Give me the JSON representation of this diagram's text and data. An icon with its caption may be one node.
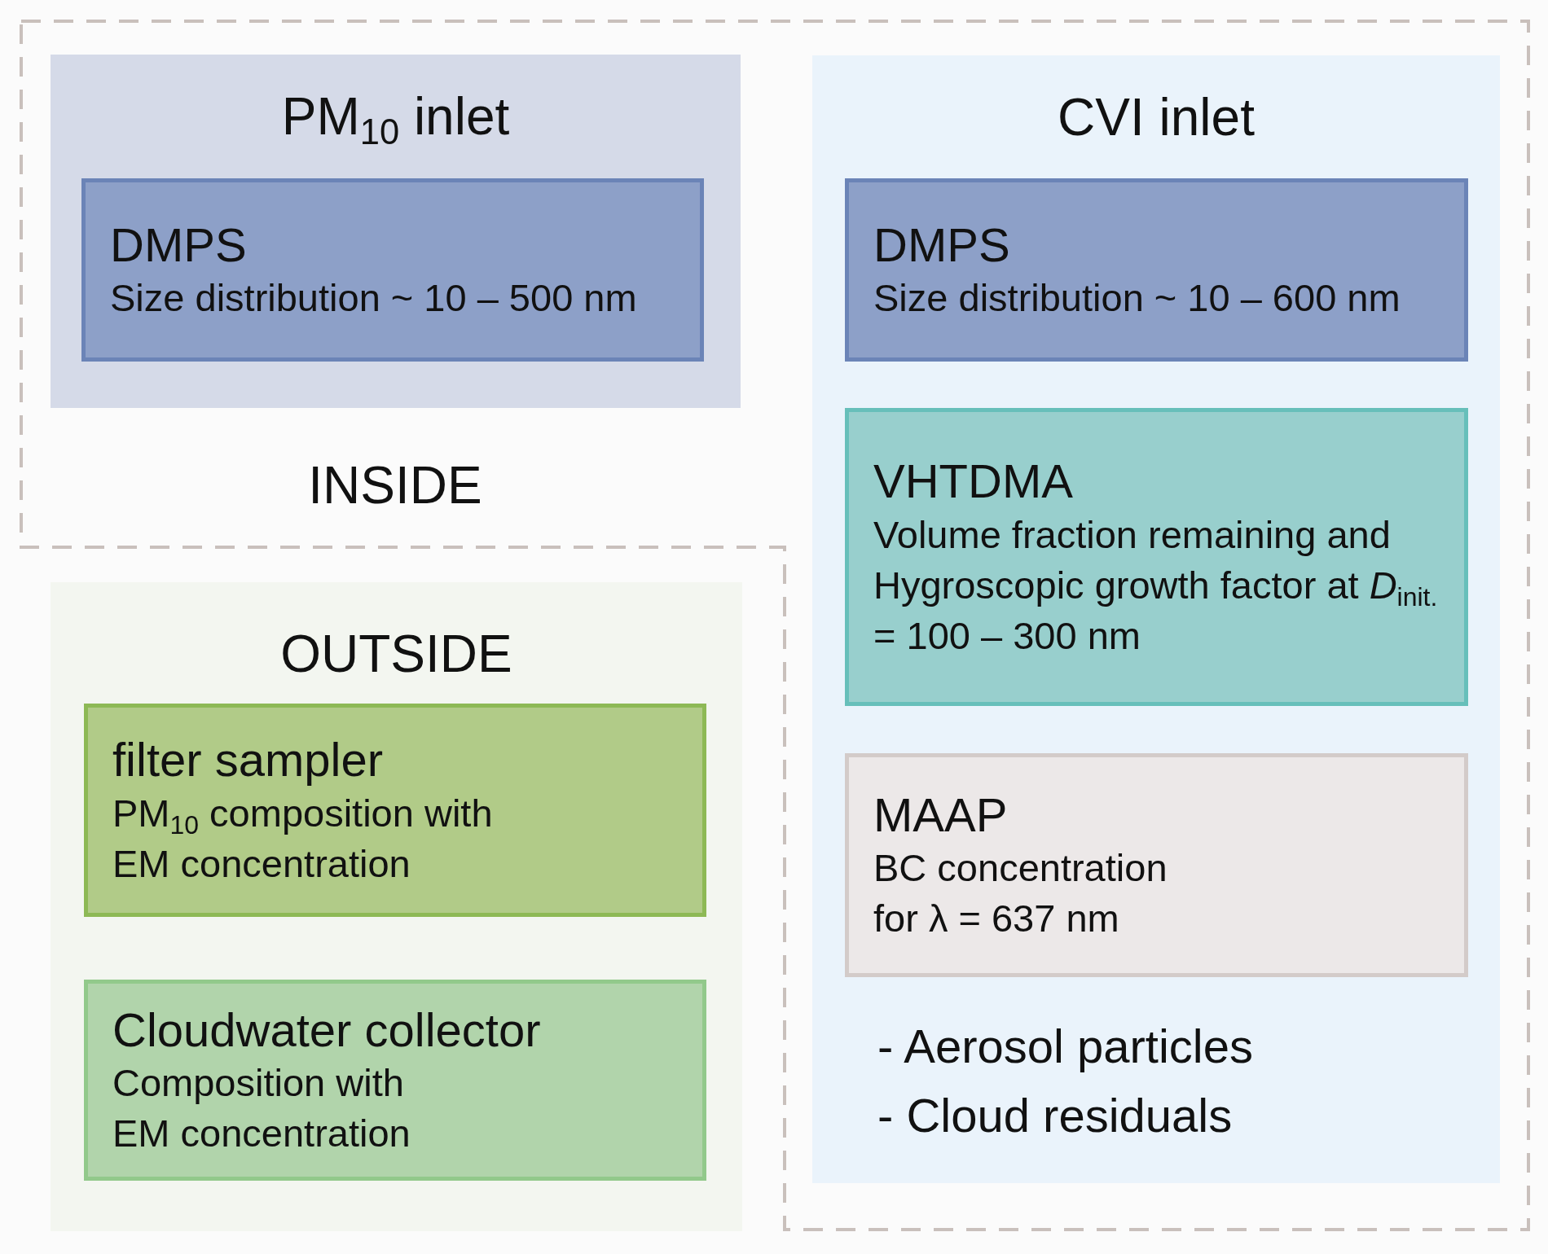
{
  "diagram": {
    "nodes": [
      {
        "text": [
          "INSIDE"
        ]
      },
      {
        "text": [
          "PM$_{10}$ inlet"
        ],
        "in": 0
      },
      {
        "text": [
          "DMPS",
          "Size distribution ~ 10 – 500 nm"
        ],
        "in": 1
      },
      {
        "text": [
          "CVI inlet",
          "- Aerosol particles",
          "- Cloud residuals"
        ],
        "in": 0
      },
      {
        "text": [
          "DMPS",
          "Size distribution ~ 10 – 600 nm"
        ],
        "in": 3
      },
      {
        "text": [
          "VHTDMA",
          "Volume fraction remaining and Hygroscopic growth factor at *D*$_{init.}$ = 100 – 300 nm"
        ],
        "in": 3
      },
      {
        "text": [
          "MAAP",
          "BC concentration for λ = 637 nm"
        ],
        "in": 3
      },
      {
        "text": [
          "OUTSIDE"
        ]
      },
      {
        "text": [
          "filter sampler",
          "PM$_{10}$ composition with EM concentration"
        ],
        "in": 7
      },
      {
        "text": [
          "Cloudwater collector",
          "Composition with EM concentration"
        ],
        "in": 7
      }
    ]
  }
}
